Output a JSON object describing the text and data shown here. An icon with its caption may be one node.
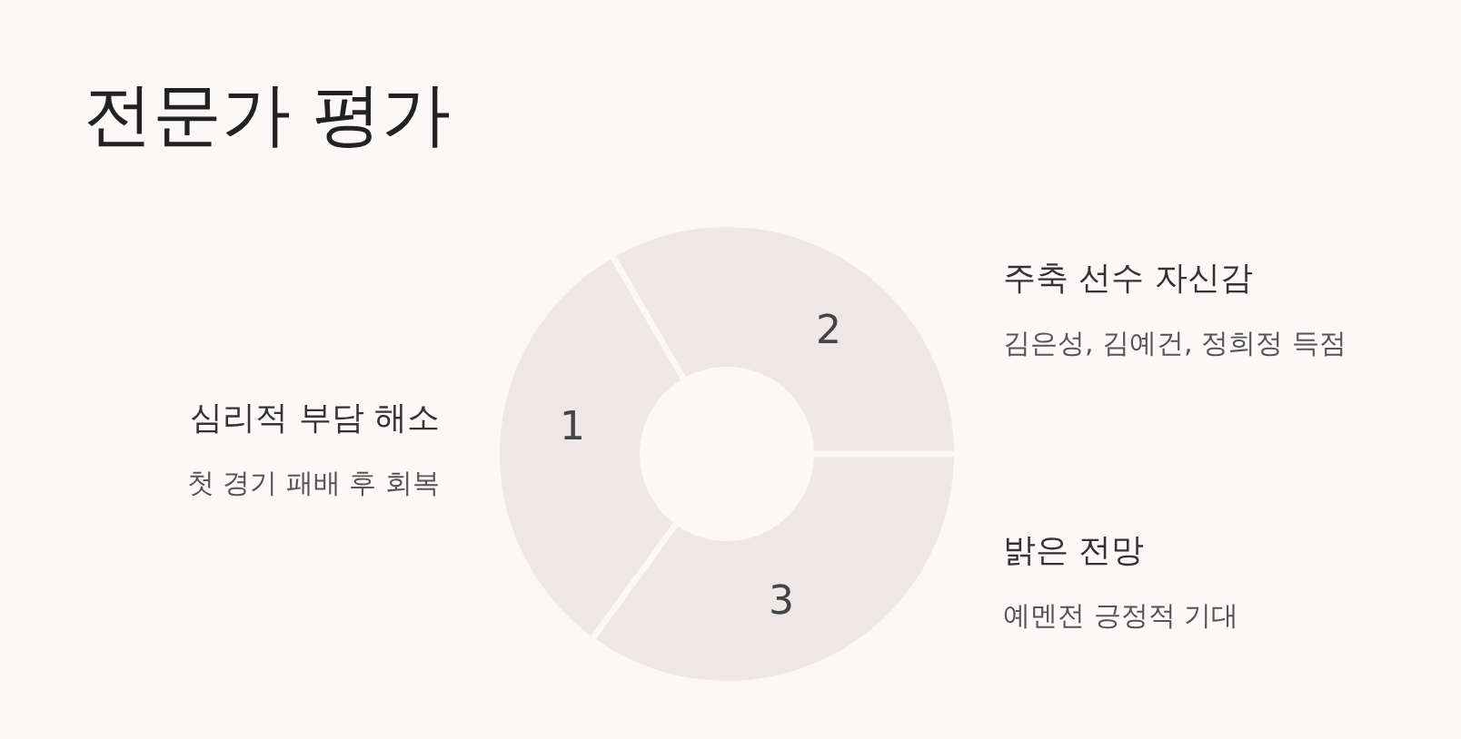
{
  "diagram": {
    "title": "전문가 평가",
    "nodes": [
      {
        "text": [
          "1"
        ],
        "beside": [
          "심리적 부담 해소",
          "첫 경기 패배 후 회복"
        ]
      },
      {
        "text": [
          "2"
        ],
        "beside": [
          "주축 선수 자신감",
          "김은성, 김예건, 정희정 득점"
        ]
      },
      {
        "text": [
          "3"
        ],
        "beside": [
          "밝은 전망",
          "예멘전 긍정적 기대"
        ]
      }
    ]
  }
}
